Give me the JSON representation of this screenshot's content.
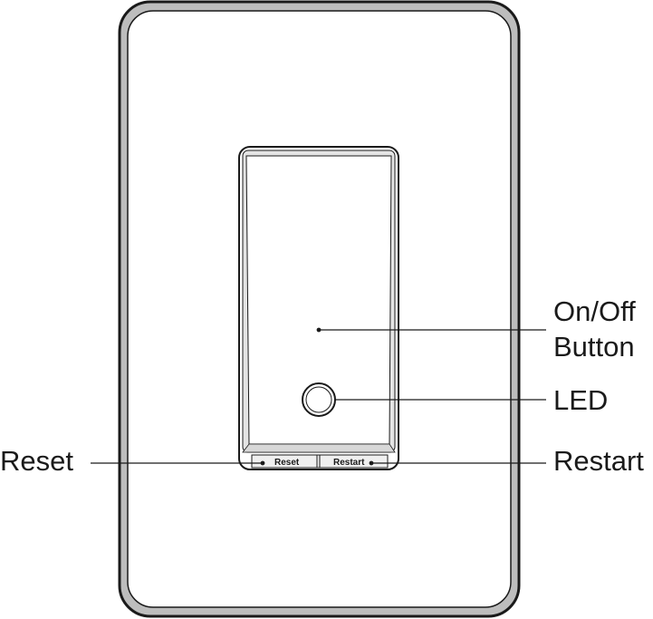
{
  "diagram": {
    "callouts": {
      "on_off_line1": "On/Off",
      "on_off_line2": "Button",
      "led": "LED",
      "reset": "Reset",
      "restart": "Restart"
    },
    "switch_labels": {
      "reset": "Reset",
      "restart": "Restart"
    },
    "colors": {
      "outline": "#1a1a1a",
      "plate_bezel": "#bdbdbd",
      "plate_face": "#ffffff",
      "rocker_bevel": "#e4e4e4",
      "label_strip": "#f0f0f0"
    }
  }
}
